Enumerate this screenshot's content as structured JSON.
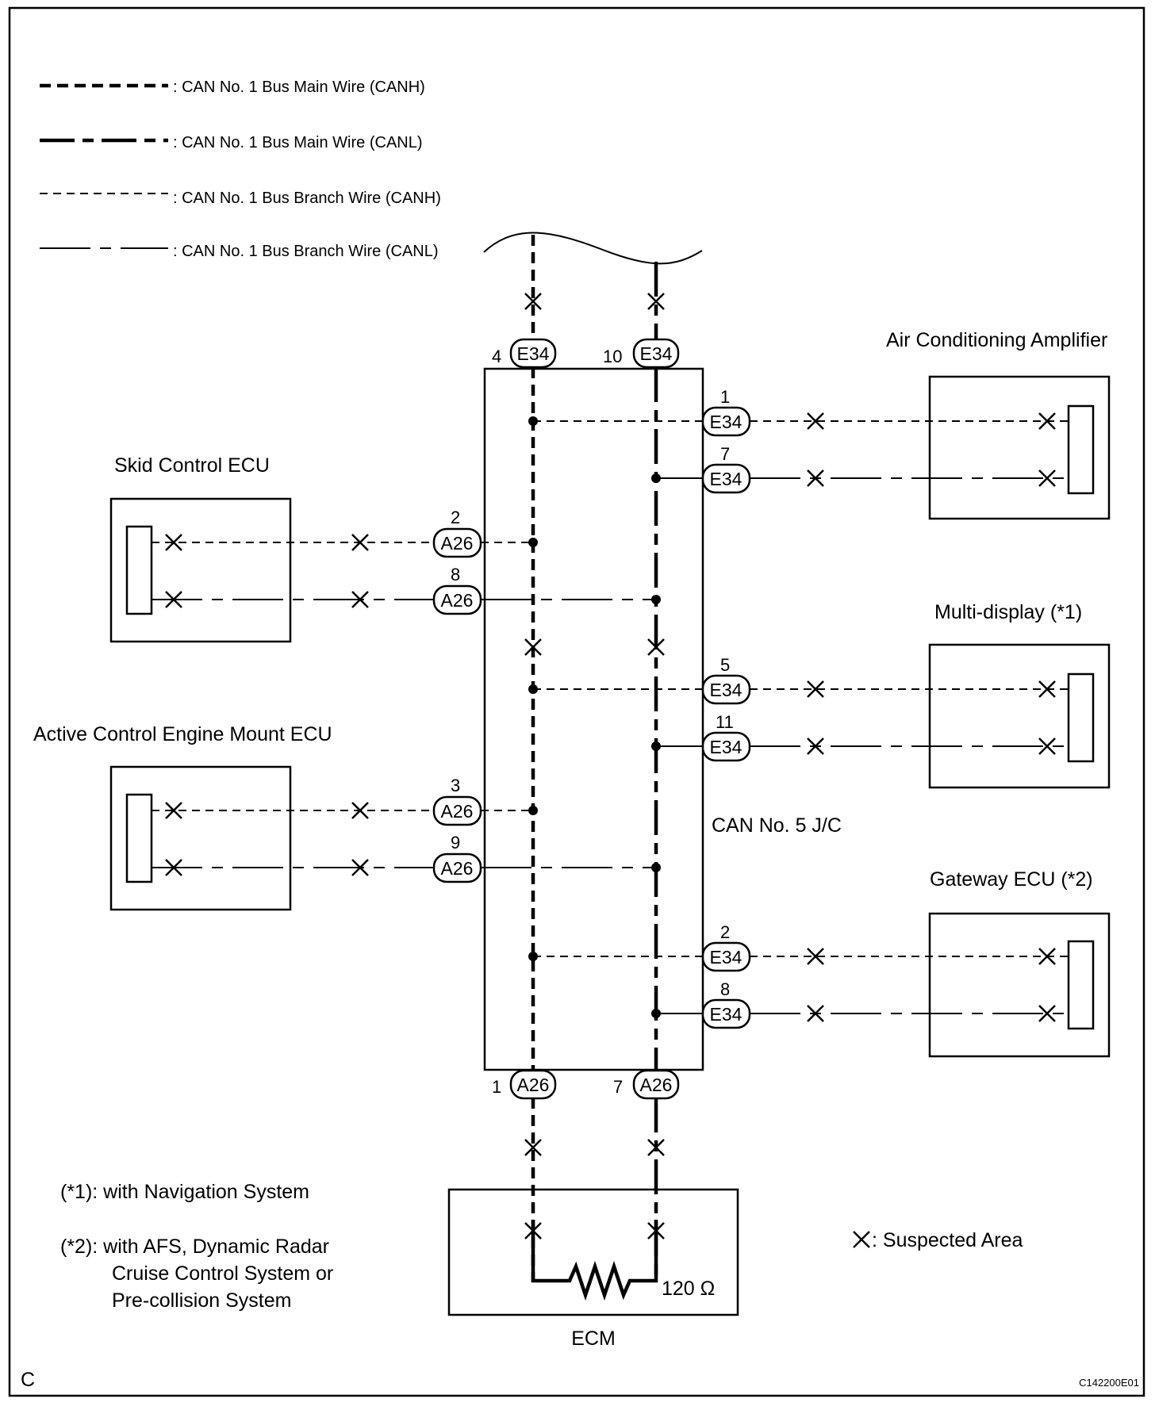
{
  "legend": {
    "main_canh": ": CAN No. 1 Bus Main Wire (CANH)",
    "main_canl": ": CAN No. 1 Bus Main Wire (CANL)",
    "branch_canh": ": CAN No. 1 Bus Branch Wire (CANH)",
    "branch_canl": ": CAN No. 1 Bus Branch Wire (CANL)"
  },
  "components": {
    "ac_amp": "Air Conditioning Amplifier",
    "skid": "Skid Control ECU",
    "multi": "Multi-display  (*1)",
    "acm": "Active Control Engine Mount ECU",
    "jc": "CAN No. 5 J/C",
    "gateway": "Gateway ECU (*2)",
    "ecm": "ECM"
  },
  "connectors": {
    "e34": "E34",
    "a26": "A26"
  },
  "pins": {
    "top_h": "4",
    "top_l": "10",
    "ac_h": "1",
    "ac_l": "7",
    "skid_h": "2",
    "skid_l": "8",
    "multi_h": "5",
    "multi_l": "11",
    "acm_h": "3",
    "acm_l": "9",
    "gw_h": "2",
    "gw_l": "8",
    "bot_h": "1",
    "bot_l": "7"
  },
  "resistor": "120 Ω",
  "notes": {
    "n1": "(*1): with Navigation System",
    "n2_line1": "(*2):  with AFS, Dynamic Radar",
    "n2_line2": "Cruise Control System or",
    "n2_line3": "Pre-collision System"
  },
  "suspected": ": Suspected Area",
  "corner_letter": "C",
  "figure_code": "C142200E01"
}
